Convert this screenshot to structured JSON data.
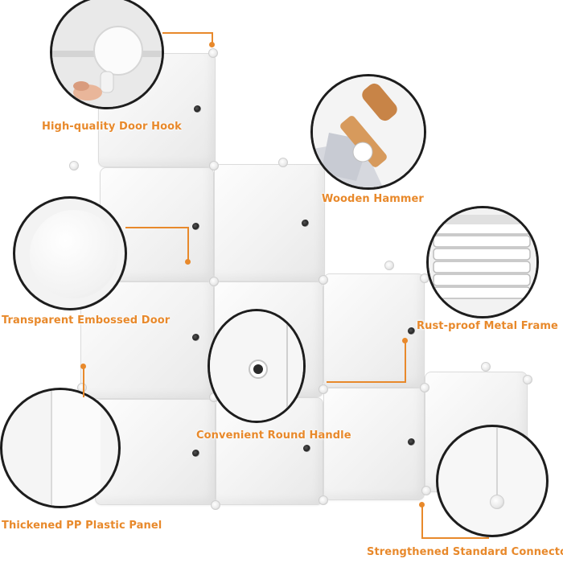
{
  "colors": {
    "label": "#e8892b",
    "bubble_border": "#1d1d1d",
    "cube_face": "#f4f4f4"
  },
  "callouts": {
    "door_hook": "High-quality Door Hook",
    "wooden_hammer": "Wooden Hammer",
    "embossed_door": "Transparent Embossed Door",
    "metal_frame": "Rust-proof Metal Frame",
    "round_handle": "Convenient Round Handle",
    "pp_panel": "Thickened PP Plastic Panel",
    "connector": "Strengthened Standard Connector"
  },
  "icons": [
    "door-hook-icon",
    "hammer-icon",
    "panel-stack-icon",
    "round-handle-icon",
    "connector-icon"
  ]
}
